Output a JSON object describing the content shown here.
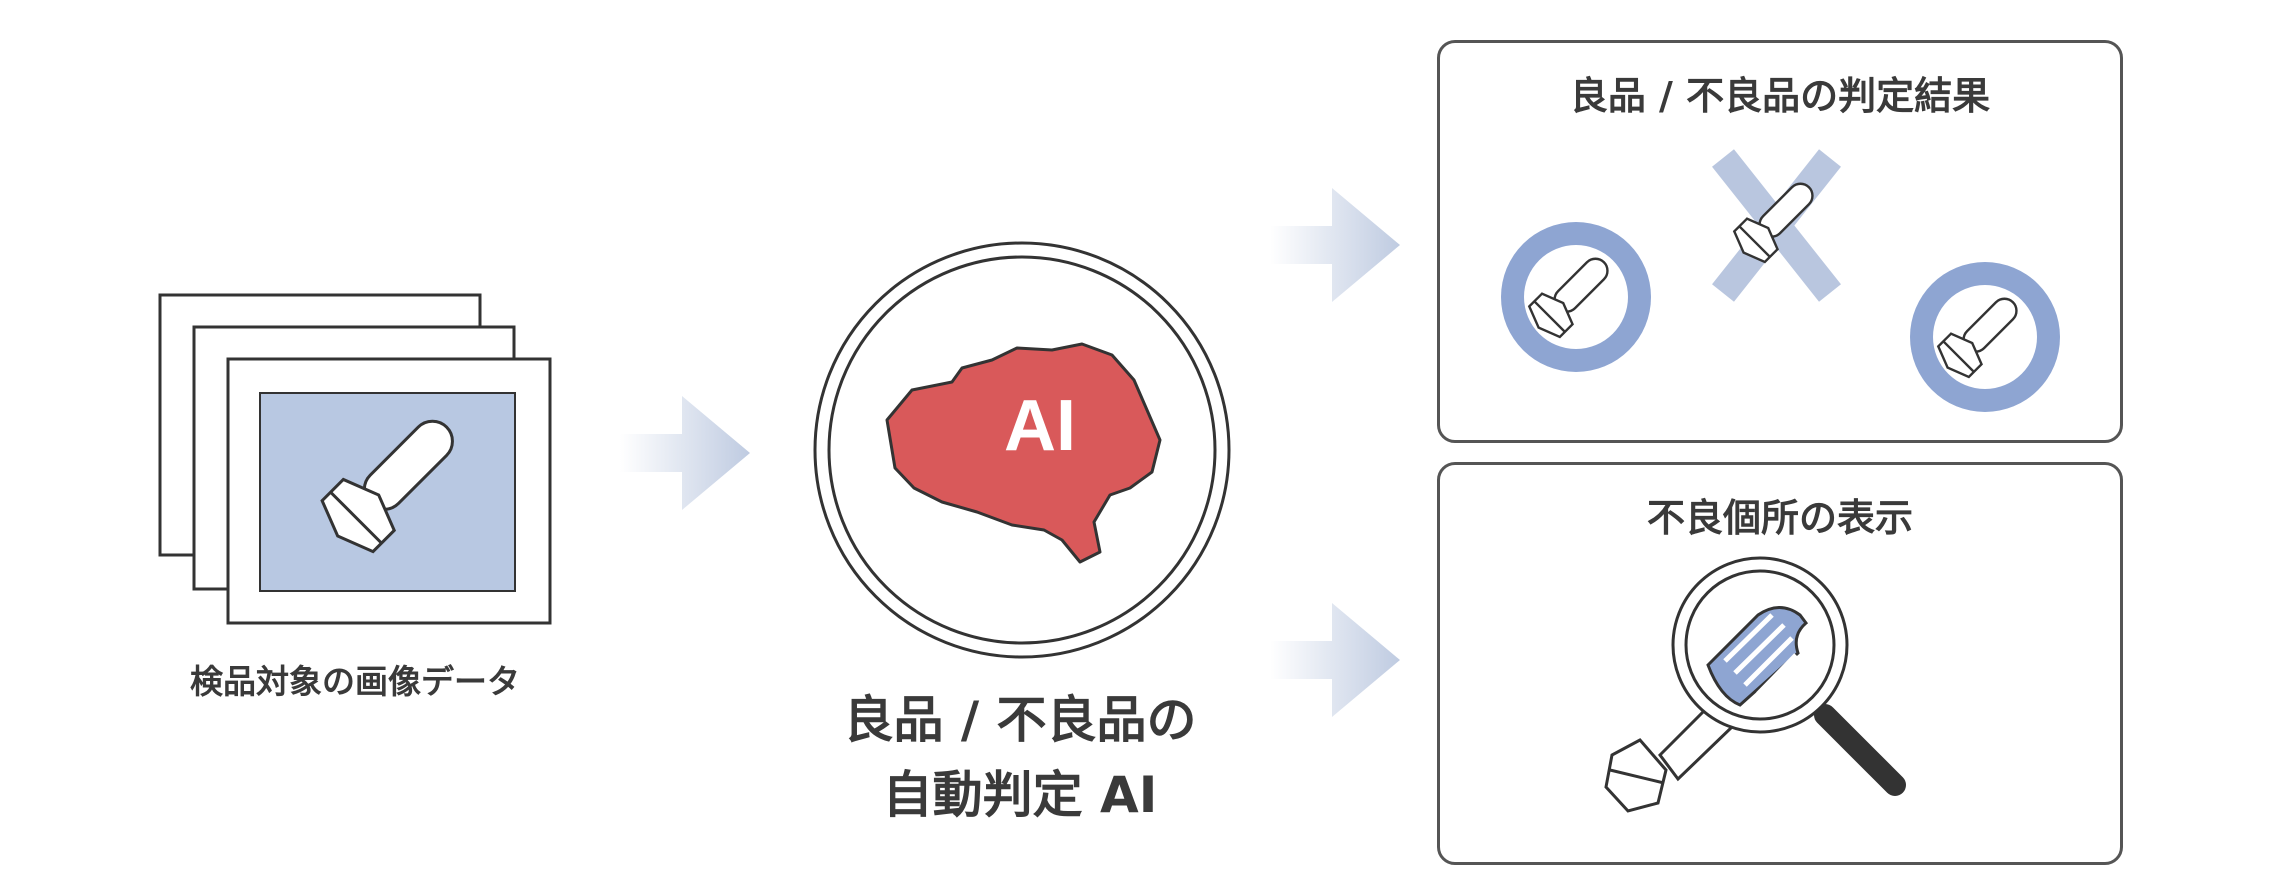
{
  "input": {
    "label": "検品対象の画像データ"
  },
  "ai": {
    "badge": "AI",
    "title_line1": "良品 / 不良品の",
    "title_line2": "自動判定 AI"
  },
  "results": {
    "title": "良品 / 不良品の判定結果"
  },
  "defects": {
    "title": "不良個所の表示"
  },
  "colors": {
    "accent_blue": "#8ea5d2",
    "image_bg": "#b8c8e2",
    "ai_red": "#d9595a",
    "reject_cross": "#b9c6df",
    "line": "#333333"
  }
}
